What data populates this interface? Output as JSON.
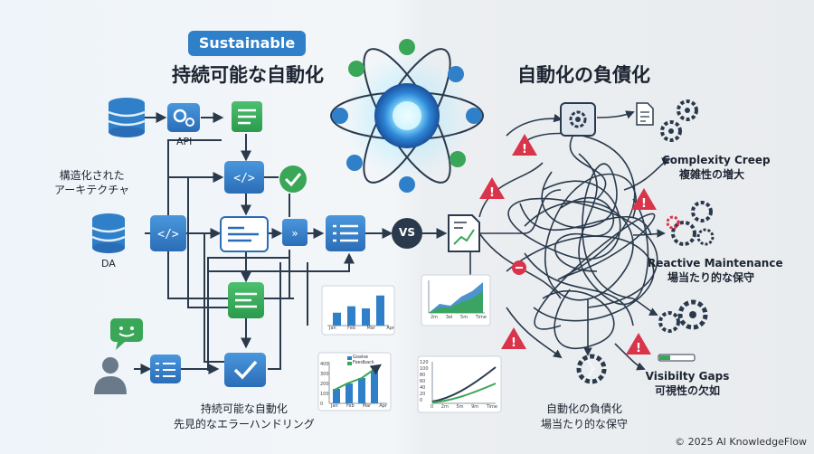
{
  "left": {
    "badge": "Sustainable",
    "title": "持続可能な自動化",
    "label_api": "API",
    "label_structured": "構造化された\nアーキテクチャ",
    "label_da": "DA",
    "caption": "持続可能な自動化\n先見的なエラーハンドリング"
  },
  "right": {
    "title": "自動化の負債化",
    "issues": [
      {
        "en": "Complexity Creep",
        "ja": "複雑性の増大"
      },
      {
        "en": "Reactive Maintenance",
        "ja": "場当たり的な保守"
      },
      {
        "en": "Visibilty Gaps",
        "ja": "可視性の欠如"
      }
    ],
    "caption": "自動化の負債化\n場当たり的な保守"
  },
  "vs_label": "VS",
  "mini_chart_1": {
    "categories": [
      "Jan",
      "Feb",
      "Mar",
      "Apr"
    ],
    "values": [
      30,
      45,
      40,
      70
    ]
  },
  "mini_chart_2": {
    "legend": [
      "Goalse",
      "Feedback"
    ],
    "categories": [
      "Jan",
      "Feb",
      "Mar",
      "Apr"
    ],
    "y_ticks": [
      "400",
      "300",
      "200",
      "100",
      "0"
    ]
  },
  "mini_chart_3": {
    "x_ticks": [
      "2m",
      "3el",
      "5m",
      "Time"
    ]
  },
  "mini_chart_4": {
    "y_ticks": [
      "120",
      "100",
      "80",
      "60",
      "40",
      "20",
      "0"
    ],
    "x_ticks": [
      "0",
      "2m",
      "5m",
      "9m",
      "Time"
    ]
  },
  "copyright": "© 2025 AI KnowledgeFlow",
  "colors": {
    "primary": "#2f80c9",
    "green": "#3aa657",
    "warning": "#d9344a",
    "dark": "#2a3a4c"
  }
}
